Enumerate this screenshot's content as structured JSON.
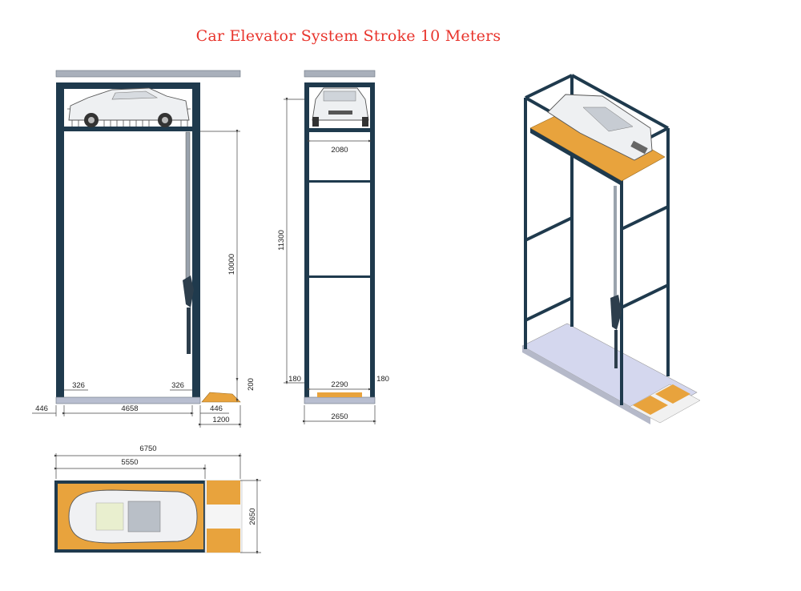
{
  "title": "Car Elevator System Stroke 10 Meters",
  "colors": {
    "frame": "#1f3a4d",
    "platform": "#e8a33d",
    "title": "#e8342c",
    "floor": "#c8cbe6"
  },
  "front_view": {
    "dims": {
      "height": "10000",
      "pit": "200",
      "left_offset": "326",
      "right_offset": "326",
      "edge_left": "446",
      "width": "4658",
      "edge_right": "446",
      "ramp": "1200"
    }
  },
  "side_view": {
    "dims": {
      "top_width": "2080",
      "height": "11300",
      "left_post": "180",
      "inner_width": "2290",
      "right_post": "180",
      "total_width": "2650"
    }
  },
  "plan_view": {
    "dims": {
      "total_length": "6750",
      "platform_length": "5550",
      "width": "2650"
    }
  }
}
